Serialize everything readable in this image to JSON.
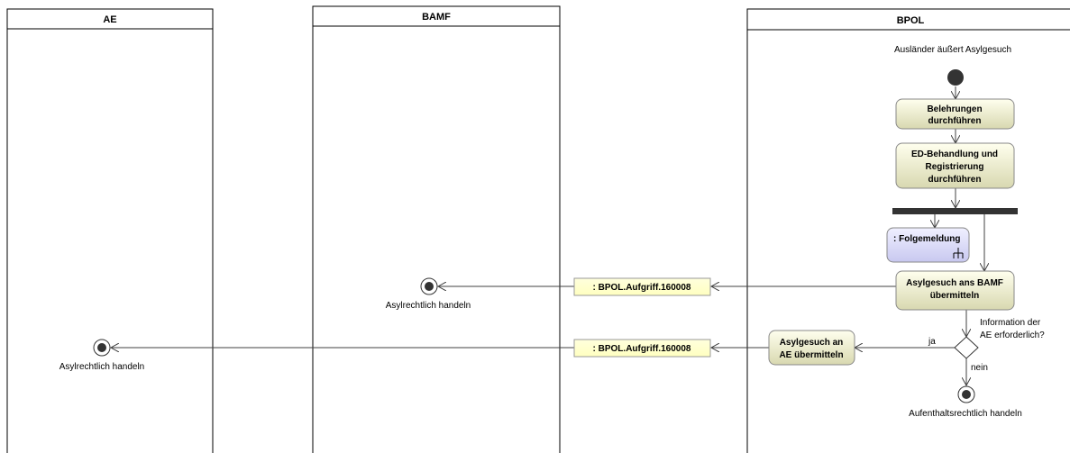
{
  "lanes": [
    {
      "title": "AE"
    },
    {
      "title": "BAMF"
    },
    {
      "title": "BPOL"
    }
  ],
  "start_note": "Ausländer äußert Asylgesuch",
  "actions": {
    "belehrungen": [
      "Belehrungen",
      "durchführen"
    ],
    "ed_behandlung": [
      "ED-Behandlung und",
      "Registrierung",
      "durchführen"
    ],
    "folgemeldung": ": Folgemeldung",
    "asyl_bamf": [
      "Asylgesuch ans BAMF",
      "übermitteln"
    ],
    "asyl_ae": [
      "Asylgesuch an",
      "AE übermitteln"
    ]
  },
  "objects": {
    "obj_bamf": ": BPOL.Aufgriff.160008",
    "obj_ae": ": BPOL.Aufgriff.160008"
  },
  "decision": {
    "question": [
      "Information der",
      "AE erforderlich?"
    ],
    "yes": "ja",
    "no": "nein"
  },
  "ends": {
    "bamf": "Asylrechtlich handeln",
    "ae": "Asylrechtlich handeln",
    "bpol": "Aufenthaltsrechtlich handeln"
  },
  "colors": {
    "action_fill_top": "#FFFFEE",
    "action_fill_bottom": "#D8D8B0",
    "object_fill": "#FFFFCC",
    "callbehavior_fill_top": "#F0F0FF",
    "callbehavior_fill_bottom": "#C8C8F0",
    "lane_border": "#000000",
    "edge": "#404040"
  }
}
